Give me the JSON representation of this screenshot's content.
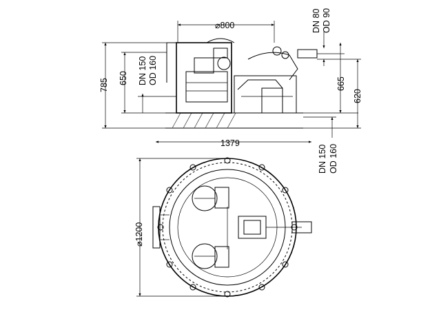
{
  "drawing": {
    "top_view": {
      "diameter_label": "⌀800",
      "width_label": "1379",
      "height_total_label": "785",
      "height_650_label": "650",
      "height_665_label": "665",
      "height_620_label": "620",
      "inlet_left": {
        "line1": "DN 150",
        "line2": "OD 160"
      },
      "outlet_top": {
        "line1": "DN 80",
        "line2": "OD 90"
      },
      "pipe_right": {
        "line1": "DN 150",
        "line2": "OD 160"
      }
    },
    "plan_view": {
      "diameter_label": "⌀1200"
    }
  }
}
